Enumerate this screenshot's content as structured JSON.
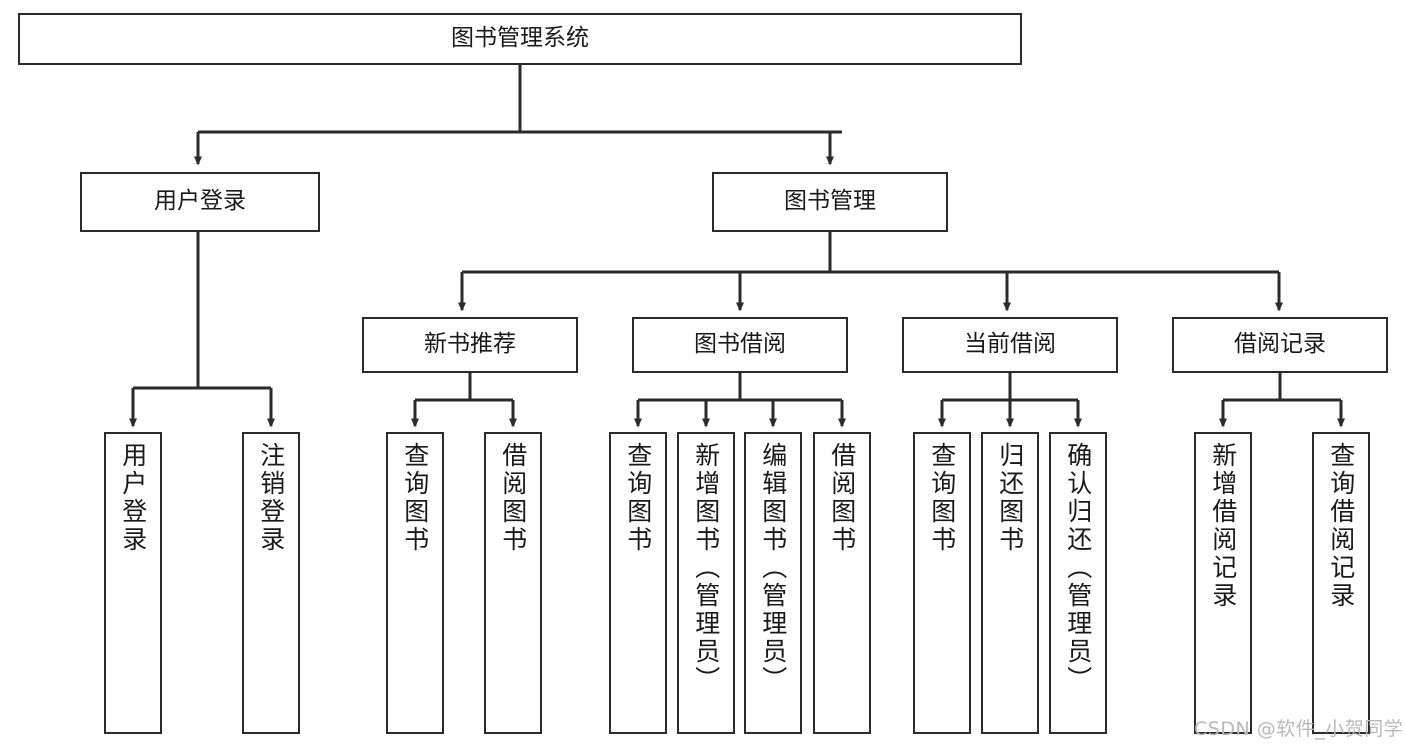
{
  "diagram": {
    "type": "hierarchy-tree",
    "title": "图书管理系统",
    "root": {
      "id": "root",
      "label": "图书管理系统"
    },
    "level2": [
      {
        "id": "user-login",
        "label": "用户登录"
      },
      {
        "id": "book-manage",
        "label": "图书管理"
      }
    ],
    "level3": [
      {
        "id": "new-book-recommend",
        "label": "新书推荐",
        "parent": "book-manage"
      },
      {
        "id": "book-borrow",
        "label": "图书借阅",
        "parent": "book-manage"
      },
      {
        "id": "current-borrow",
        "label": "当前借阅",
        "parent": "book-manage"
      },
      {
        "id": "borrow-record",
        "label": "借阅记录",
        "parent": "book-manage"
      }
    ],
    "leaves": [
      {
        "id": "leaf-user-login",
        "label": "用户登录",
        "parent": "user-login"
      },
      {
        "id": "leaf-logout",
        "label": "注销登录",
        "parent": "user-login"
      },
      {
        "id": "leaf-query-book-1",
        "label": "查询图书",
        "parent": "new-book-recommend"
      },
      {
        "id": "leaf-borrow-book-1",
        "label": "借阅图书",
        "parent": "new-book-recommend"
      },
      {
        "id": "leaf-query-book-2",
        "label": "查询图书",
        "parent": "book-borrow"
      },
      {
        "id": "leaf-add-book",
        "label": "新增图书（管理员）",
        "parent": "book-borrow"
      },
      {
        "id": "leaf-edit-book",
        "label": "编辑图书（管理员）",
        "parent": "book-borrow"
      },
      {
        "id": "leaf-borrow-book-2",
        "label": "借阅图书",
        "parent": "book-borrow"
      },
      {
        "id": "leaf-query-book-3",
        "label": "查询图书",
        "parent": "current-borrow"
      },
      {
        "id": "leaf-return-book",
        "label": "归还图书",
        "parent": "current-borrow"
      },
      {
        "id": "leaf-confirm-return",
        "label": "确认归还（管理员）",
        "parent": "current-borrow"
      },
      {
        "id": "leaf-add-record",
        "label": "新增借阅记录",
        "parent": "borrow-record"
      },
      {
        "id": "leaf-query-record",
        "label": "查询借阅记录",
        "parent": "borrow-record"
      }
    ],
    "colors": {
      "border": "#2b2b2b",
      "background": "#ffffff",
      "text": "#1a1a1a",
      "watermark": "#b9b9b9"
    }
  },
  "watermark": {
    "text": "CSDN @软件_小贺同学"
  }
}
